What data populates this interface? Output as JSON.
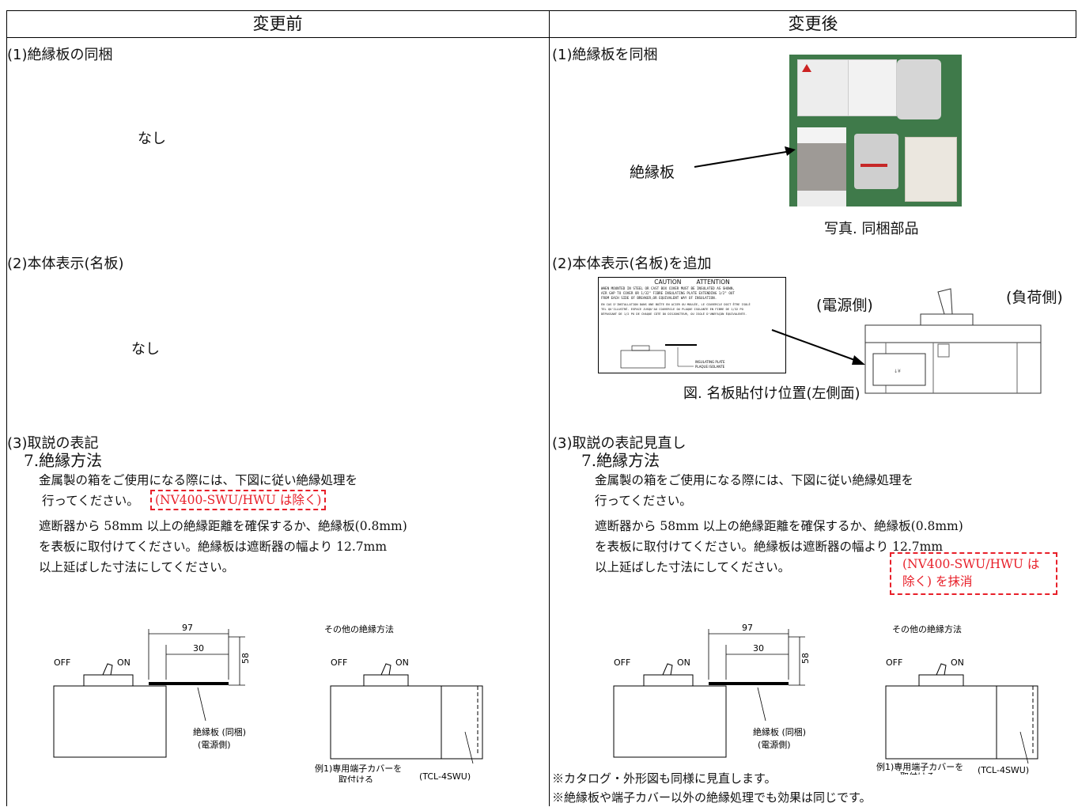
{
  "header": {
    "before": "変更前",
    "after": "変更後"
  },
  "before": {
    "s1": {
      "title": "(1)絶縁板の同梱",
      "content": "なし"
    },
    "s2": {
      "title": "(2)本体表示(名板)",
      "content": "なし"
    },
    "s3": {
      "title": "(3)取説の表記",
      "subtitle": "7.絶縁方法",
      "line1": "金属製の箱をご使用になる際には、下図に従い絶縁処理を",
      "line2": "行ってください。",
      "highlight": "(NV400-SWU/HWU は除く)",
      "line3": "遮断器から 58mm 以上の絶縁距離を確保するか、絶縁板(0.8mm)",
      "line4": "を表板に取付けてください。絶縁板は遮断器の幅より 12.7mm",
      "line5": "以上延ばした寸法にしてください。"
    }
  },
  "after": {
    "s1": {
      "title": "(1)絶縁板を同梱",
      "arrow_label": "絶縁板",
      "caption": "写真. 同梱部品"
    },
    "s2": {
      "title": "(2)本体表示(名板)を追加",
      "label_source": "(電源側)",
      "label_load": "(負荷側)",
      "caption": "図. 名板貼付け位置(左側面)",
      "nameplate": {
        "heading": "CAUTION        ATTENTION",
        "en1": "WHEN MOUNTED IN STEEL OR CAST BOX COVER MUST BE INSULATED AS SHOWN,",
        "en2": "AIR GAP TO COVER OR 1/32\" FIBRE INSULATING PLATE EXTENDING 1/2\" OUT",
        "en3": "FROM EACH SIDE OF BREAKER,OR EQUIVALENT WAY OF INSULATION.",
        "fr1": "EN CAS D'INSTALLATION DANS UNE BOÎTE EN ACIER OU MOULÉE, LE COUVERCLE DOIT ÊTRE ISOLÉ",
        "fr2": "TEL QU'ILLUSTRÉ. ESPACE JUSQU'AU COUVERCLE OU PLAQUE ISOLANTE EN FIBRE DE 1/32 PO",
        "fr3": "DÉPASSANT DE 1/2 PO DE CHAQUE CÔTÉ DU DISJONCTEUR, OU ISOLÉ D'UNEFAÇON ÉQUIVALENTE.",
        "plate1": "INSULATING PLATE",
        "plate2": "PLAQUE ISOLANTE"
      }
    },
    "s3": {
      "title": "(3)取説の表記見直し",
      "subtitle": "7.絶縁方法",
      "line1": "金属製の箱をご使用になる際には、下図に従い絶縁処理を",
      "line2": "行ってください。",
      "line3": "遮断器から 58mm 以上の絶縁距離を確保するか、絶縁板(0.8mm)",
      "line4": "を表板に取付けてください。絶縁板は遮断器の幅より 12.7mm",
      "line5": "以上延ばした寸法にしてください。",
      "callout1": "(NV400-SWU/HWU は",
      "callout2": "除く) を抹消",
      "note1": "※カタログ・外形図も同様に見直します。",
      "note2": "※絶縁板や端子カバー以外の絶縁処理でも効果は同じです。"
    }
  },
  "diagram": {
    "off": "OFF",
    "on": "ON",
    "dim97": "97",
    "dim30": "30",
    "dim58": "58",
    "plate_label": "絶縁板 (同梱)",
    "plate_side": "(電源側)",
    "other_title": "その他の絶縁方法",
    "example1": "例1)専用端子カバーを",
    "example2": "取付ける",
    "model": "(TCL-4SWU)"
  }
}
